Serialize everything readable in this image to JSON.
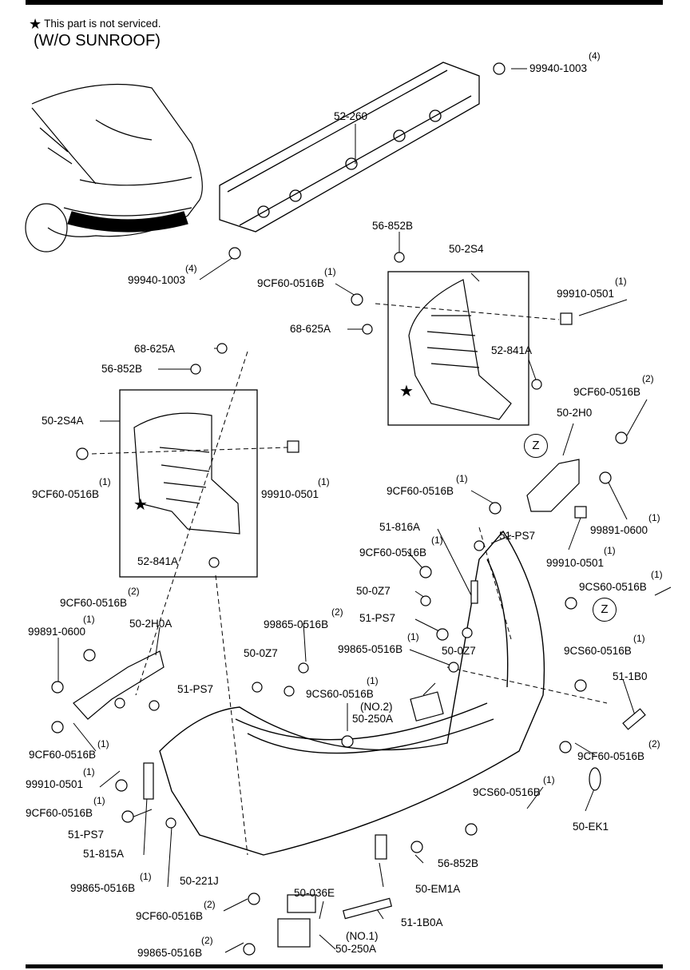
{
  "header": {
    "note_symbol": "★",
    "note_text": "This part is not serviced.",
    "variant": "(W/O SUNROOF)"
  },
  "parts": [
    {
      "id": "p1",
      "text": "99940-1003",
      "qty": "(4)"
    },
    {
      "id": "p2",
      "text": "52-260"
    },
    {
      "id": "p3",
      "text": "99940-1003",
      "qty": "(4)"
    },
    {
      "id": "p4",
      "text": "56-852B"
    },
    {
      "id": "p5",
      "text": "50-2S4"
    },
    {
      "id": "p6",
      "text": "9CF60-0516B",
      "qty": "(1)"
    },
    {
      "id": "p7",
      "text": "99910-0501",
      "qty": "(1)"
    },
    {
      "id": "p8",
      "text": "68-625A"
    },
    {
      "id": "p9",
      "text": "52-841A"
    },
    {
      "id": "p10",
      "text": "68-625A"
    },
    {
      "id": "p11",
      "text": "56-852B"
    },
    {
      "id": "p12",
      "text": "9CF60-0516B",
      "qty": "(2)"
    },
    {
      "id": "p13",
      "text": "50-2S4A"
    },
    {
      "id": "p14",
      "text": "50-2H0"
    },
    {
      "id": "p15",
      "text": "9CF60-0516B",
      "qty": "(1)"
    },
    {
      "id": "p16",
      "text": "99910-0501",
      "qty": "(1)"
    },
    {
      "id": "p17",
      "text": "9CF60-0516B",
      "qty": "(1)"
    },
    {
      "id": "p18",
      "text": "99891-0600",
      "qty": "(1)"
    },
    {
      "id": "p19",
      "text": "51-816A"
    },
    {
      "id": "p20",
      "text": "51-PS7"
    },
    {
      "id": "p21",
      "text": "52-841A"
    },
    {
      "id": "p22",
      "text": "9CF60-0516B",
      "qty": "(1)"
    },
    {
      "id": "p23",
      "text": "99910-0501",
      "qty": "(1)"
    },
    {
      "id": "p24",
      "text": "9CF60-0516B",
      "qty": "(2)"
    },
    {
      "id": "p25",
      "text": "9CS60-0516B",
      "qty": "(1)"
    },
    {
      "id": "p26",
      "text": "50-0Z7"
    },
    {
      "id": "p27",
      "text": "99891-0600",
      "qty": "(1)"
    },
    {
      "id": "p28",
      "text": "50-2H0A"
    },
    {
      "id": "p29",
      "text": "99865-0516B",
      "qty": "(2)"
    },
    {
      "id": "p30",
      "text": "51-PS7"
    },
    {
      "id": "p31",
      "text": "99865-0516B",
      "qty": "(1)"
    },
    {
      "id": "p32",
      "text": "50-0Z7"
    },
    {
      "id": "p33",
      "text": "9CS60-0516B",
      "qty": "(1)"
    },
    {
      "id": "p34",
      "text": "50-0Z7"
    },
    {
      "id": "p35",
      "text": "51-PS7"
    },
    {
      "id": "p36",
      "text": "9CS60-0516B",
      "qty": "(1)"
    },
    {
      "id": "p37",
      "text": "51-1B0"
    },
    {
      "id": "p38",
      "text": "(NO.2)"
    },
    {
      "id": "p39",
      "text": "50-250A"
    },
    {
      "id": "p40",
      "text": "9CF60-0516B",
      "qty": "(1)"
    },
    {
      "id": "p41",
      "text": "9CF60-0516B",
      "qty": "(2)"
    },
    {
      "id": "p42",
      "text": "99910-0501",
      "qty": "(1)"
    },
    {
      "id": "p43",
      "text": "9CF60-0516B",
      "qty": "(1)"
    },
    {
      "id": "p44",
      "text": "9CS60-0516B",
      "qty": "(1)"
    },
    {
      "id": "p45",
      "text": "51-PS7"
    },
    {
      "id": "p46",
      "text": "50-EK1"
    },
    {
      "id": "p47",
      "text": "51-815A"
    },
    {
      "id": "p48",
      "text": "56-852B"
    },
    {
      "id": "p49",
      "text": "99865-0516B",
      "qty": "(1)"
    },
    {
      "id": "p50",
      "text": "50-221J"
    },
    {
      "id": "p51",
      "text": "50-EM1A"
    },
    {
      "id": "p52",
      "text": "50-036E"
    },
    {
      "id": "p53",
      "text": "9CF60-0516B",
      "qty": "(2)"
    },
    {
      "id": "p54",
      "text": "51-1B0A"
    },
    {
      "id": "p55",
      "text": "(NO.1)"
    },
    {
      "id": "p56",
      "text": "99865-0516B",
      "qty": "(2)"
    },
    {
      "id": "p57",
      "text": "50-250A"
    }
  ],
  "zone_markers": [
    "Z",
    "Z"
  ],
  "star_marks": [
    "★",
    "★"
  ]
}
